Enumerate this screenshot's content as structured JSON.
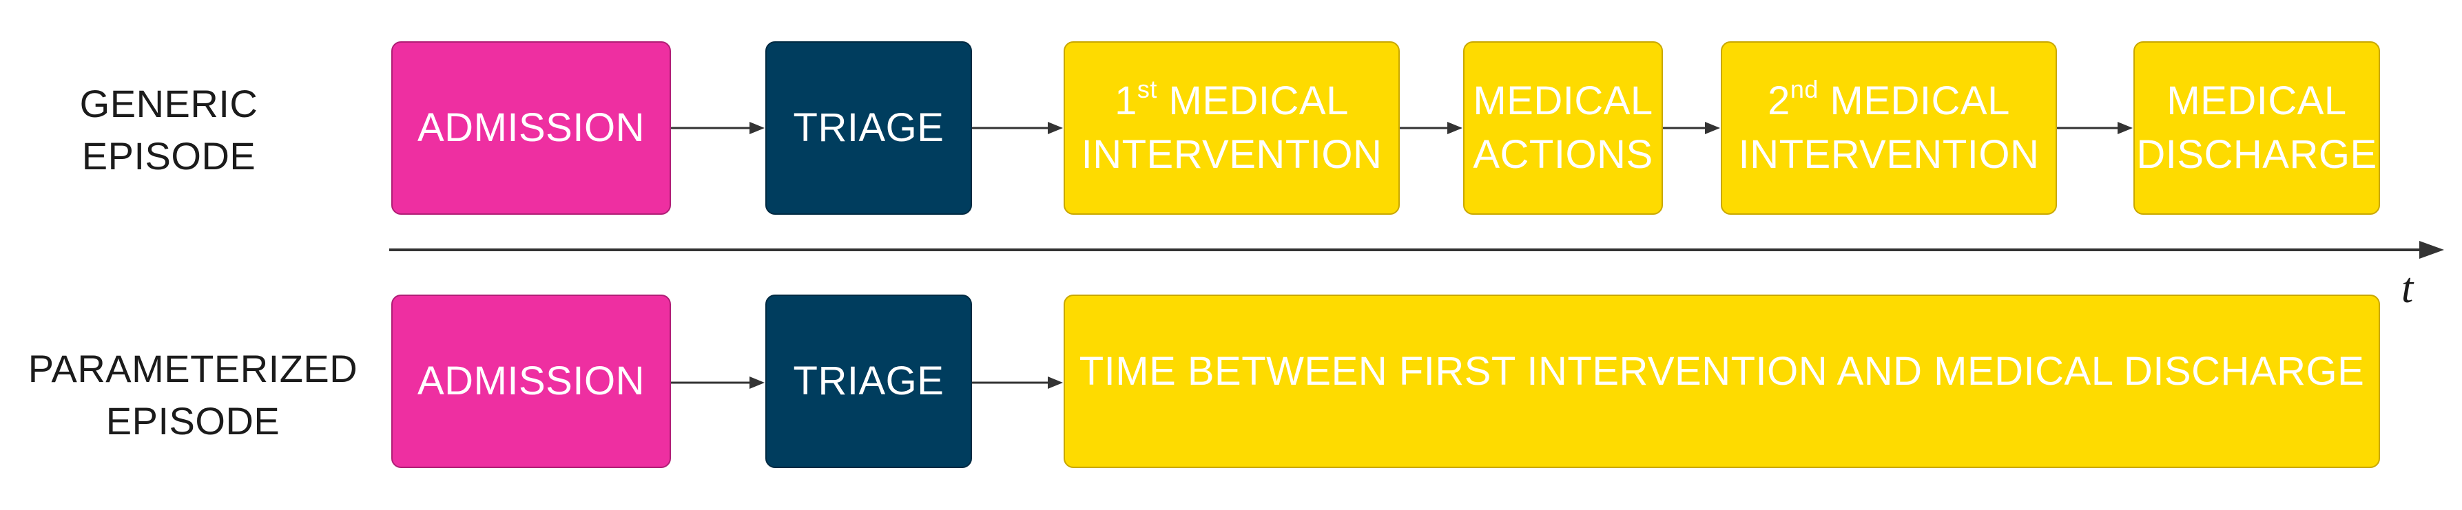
{
  "rows": {
    "generic": {
      "label_line1": "GENERIC",
      "label_line2": "EPISODE",
      "steps": {
        "admission": "ADMISSION",
        "triage": "TRIAGE",
        "first_intervention_number": "1",
        "first_intervention_suffix": "st",
        "first_intervention_line1": "MEDICAL",
        "first_intervention_line2": "INTERVENTION",
        "medical_actions_line1": "MEDICAL",
        "medical_actions_line2": "ACTIONS",
        "second_intervention_number": "2",
        "second_intervention_suffix": "nd",
        "second_intervention_line1": "MEDICAL",
        "second_intervention_line2": "INTERVENTION",
        "discharge_line1": "MEDICAL",
        "discharge_line2": "DISCHARGE"
      }
    },
    "parameterized": {
      "label_line1": "PARAMETERIZED",
      "label_line2": "EPISODE",
      "steps": {
        "admission": "ADMISSION",
        "triage": "TRIAGE",
        "interval": "TIME BETWEEN FIRST INTERVENTION AND MEDICAL DISCHARGE"
      }
    }
  },
  "time_axis": {
    "label": "t"
  },
  "colors": {
    "admission": "#ee2fa1",
    "triage": "#003d5e",
    "medical": "#fedb00",
    "box_text": "#ffffff",
    "arrow": "#333333"
  }
}
